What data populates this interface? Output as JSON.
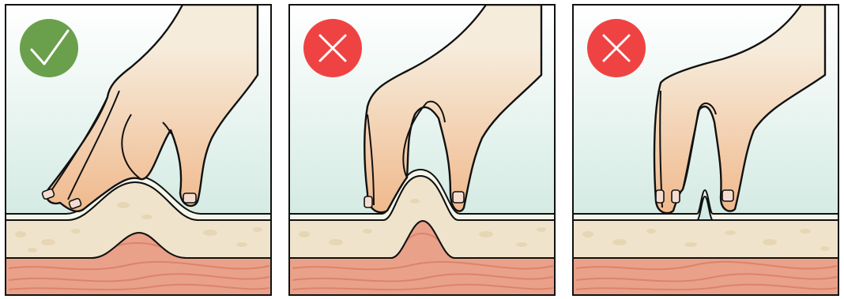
{
  "panels": [
    {
      "status": "correct",
      "badge_icon": "checkmark-icon",
      "badge_color": "#6aa04b"
    },
    {
      "status": "incorrect",
      "badge_icon": "cross-icon",
      "badge_color": "#ef4343"
    },
    {
      "status": "incorrect",
      "badge_icon": "cross-icon",
      "badge_color": "#ef4343"
    }
  ],
  "colors": {
    "sky_top": "#ffffff",
    "sky_bottom": "#c4e3d8",
    "skin_top": "#f6ecdc",
    "skin_bottom": "#f0b98c",
    "epidermis": "#f4f6ea",
    "fat": "#efe4cb",
    "fat_dots": "#e6d6b3",
    "muscle": "#e9a18a",
    "muscle_dark": "#dd836a",
    "outline": "#111111"
  }
}
